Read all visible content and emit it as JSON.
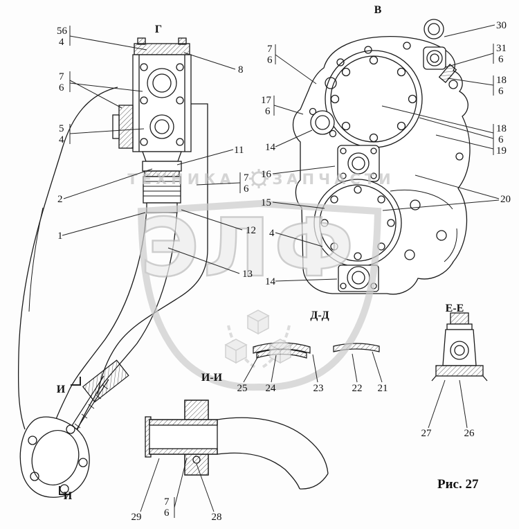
{
  "figure": {
    "caption": "Рис. 27"
  },
  "views": {
    "g": "Г",
    "v": "В",
    "dd": "Д-Д",
    "ee": "Е-Е",
    "ii": "И-И",
    "i_top": "И",
    "i_bottom": "И"
  },
  "callouts": {
    "n56": "56",
    "n4_top": "4",
    "n7_left": "7",
    "n6_left": "6",
    "n5_left": "5",
    "n4_left": "4",
    "n2": "2",
    "n1": "1",
    "n8": "8",
    "n11": "11",
    "n7_mid": "7",
    "n6_mid": "6",
    "n16": "16",
    "n15": "15",
    "n12": "12",
    "n4_mid": "4",
    "n13": "13",
    "n14_lower": "14",
    "n14_upper": "14",
    "n17": "17",
    "n6_17": "6",
    "n7_top": "7",
    "n6_top": "6",
    "n30": "30",
    "n31": "31",
    "n6_31": "6",
    "n18_upper": "18",
    "n6_18_upper": "6",
    "n18_lower": "18",
    "n6_18_lower": "6",
    "n19": "19",
    "n20": "20",
    "n25": "25",
    "n24": "24",
    "n23": "23",
    "n22": "22",
    "n21": "21",
    "n27": "27",
    "n26": "26",
    "n29": "29",
    "n7_bottom": "7",
    "n6_bottom": "6",
    "n28": "28"
  },
  "watermark": {
    "band_left": "ТЕХНИКА",
    "band_right": "ЗАПЧАСТИ",
    "logo": "ЭЛФ"
  }
}
